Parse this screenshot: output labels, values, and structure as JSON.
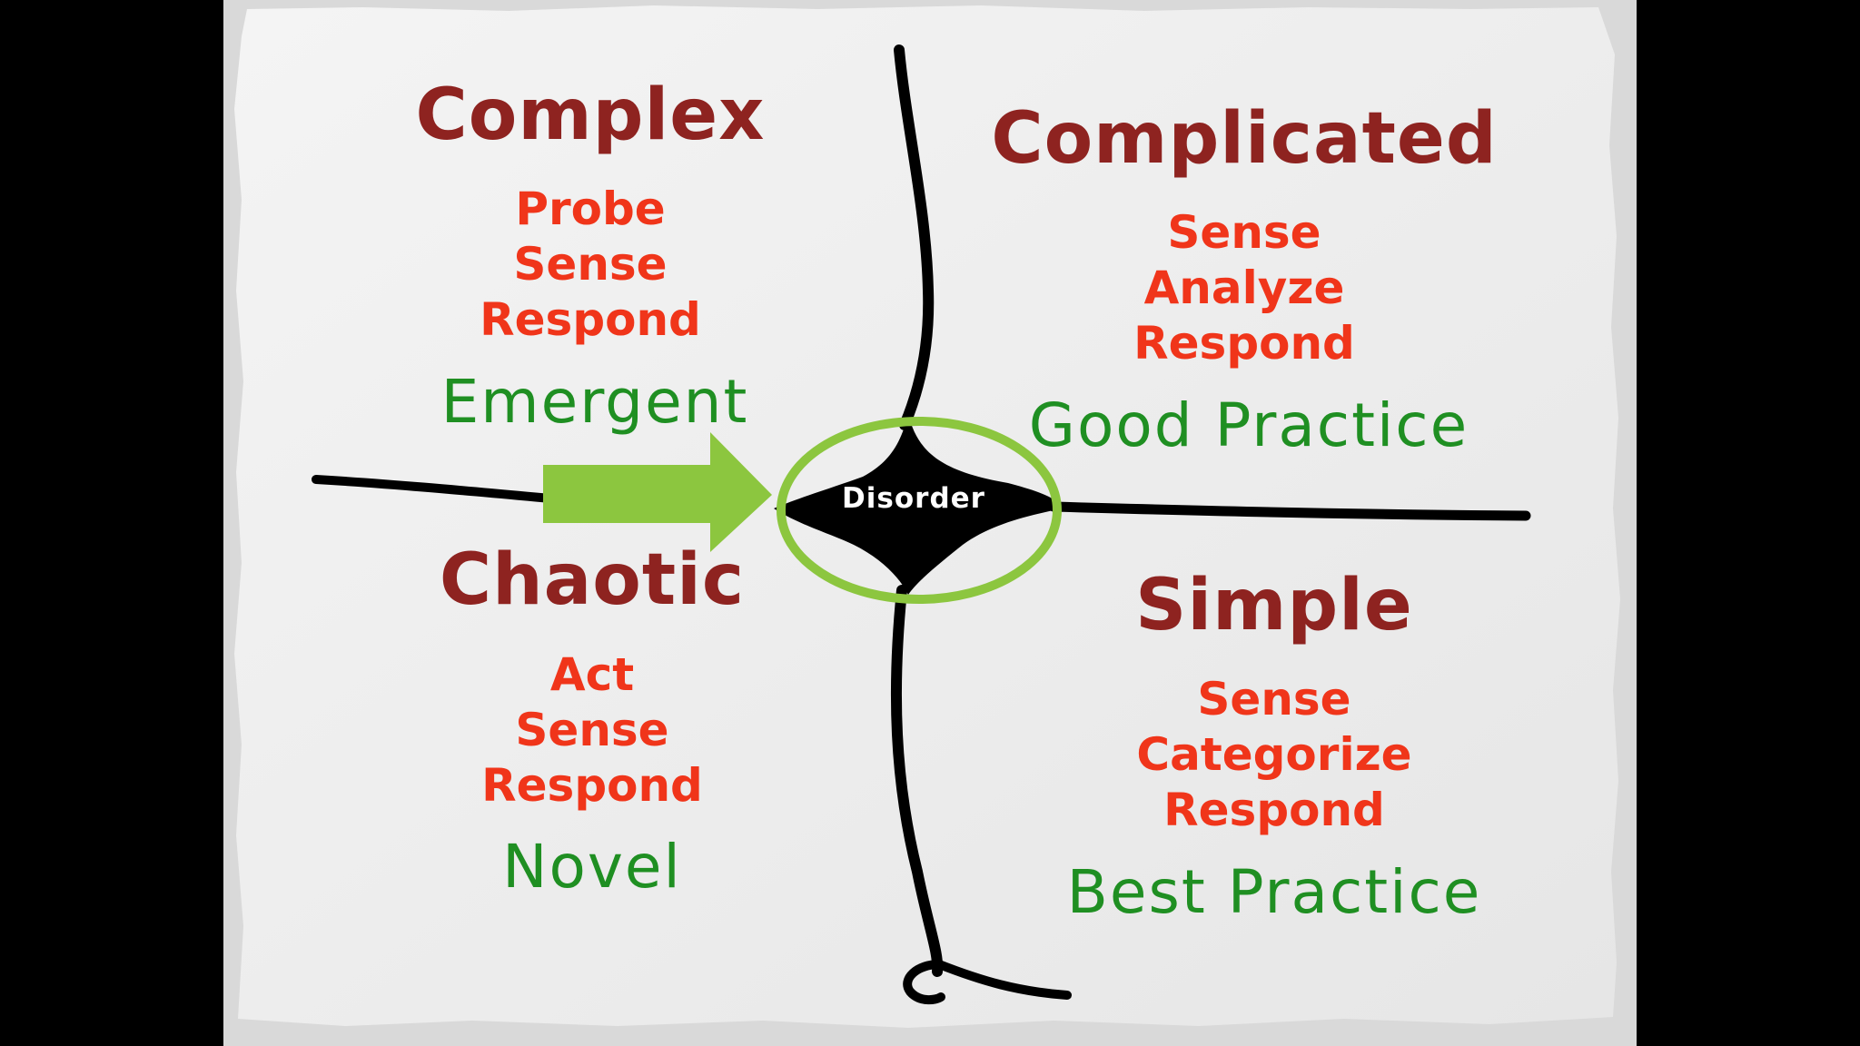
{
  "diagram": {
    "quadrants": {
      "complex": {
        "title": "Complex",
        "steps": [
          "Probe",
          "Sense",
          "Respond"
        ],
        "practice": "Emergent"
      },
      "complicated": {
        "title": "Complicated",
        "steps": [
          "Sense",
          "Analyze",
          "Respond"
        ],
        "practice": "Good Practice"
      },
      "chaotic": {
        "title": "Chaotic",
        "steps": [
          "Act",
          "Sense",
          "Respond"
        ],
        "practice": "Novel"
      },
      "simple": {
        "title": "Simple",
        "steps": [
          "Sense",
          "Categorize",
          "Respond"
        ],
        "practice": "Best Practice"
      }
    },
    "center": {
      "label": "Disorder"
    },
    "colors": {
      "title": "#8e2320",
      "steps": "#f0351a",
      "practice": "#1f8f22",
      "highlight": "#8cc63f",
      "lines": "#000000",
      "paper": "#efefef",
      "background": "#000000"
    }
  }
}
